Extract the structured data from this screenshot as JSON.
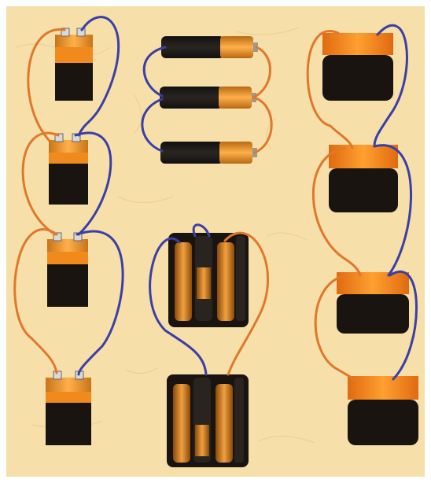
{
  "scene": {
    "background": "#f6dfa8",
    "frame_color": "#ffffff",
    "wire_colors": {
      "orange": "#e0782c",
      "blue": "#3a3fa8"
    }
  },
  "columns": {
    "left": {
      "battery_type": "9V",
      "count": 4,
      "wiring": "series"
    },
    "middle_top": {
      "battery_type": "AA",
      "count": 3,
      "wiring": "parallel"
    },
    "middle_bottom": {
      "battery_type": "AA pack",
      "count": 2,
      "wiring": "series"
    },
    "right": {
      "battery_type": "lantern",
      "count": 4,
      "wiring": "series"
    }
  },
  "battery_colors": {
    "body": "#1a1410",
    "top_orange": "#f08a1c",
    "copper": "#c8741a",
    "highlight": "#ffb04a"
  }
}
